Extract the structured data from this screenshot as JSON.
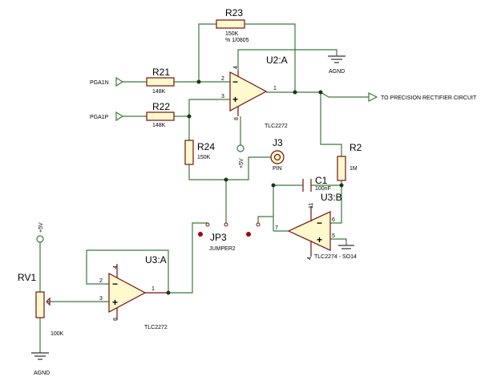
{
  "components": {
    "r23": {
      "ref": "R23",
      "value": "150K",
      "note": "% 1/0805"
    },
    "r21": {
      "ref": "R21",
      "value": "148K"
    },
    "r22": {
      "ref": "R22",
      "value": "148K"
    },
    "r24": {
      "ref": "R24",
      "value": "150K"
    },
    "r2": {
      "ref": "R2",
      "value": "1M"
    },
    "rv1": {
      "ref": "RV1",
      "value": "100K"
    },
    "c1": {
      "ref": "C1",
      "value": "100nF"
    },
    "j3": {
      "ref": "J3",
      "value": "PIN"
    },
    "jp3": {
      "ref": "JP3",
      "value": "JUMPER2"
    },
    "u2a": {
      "ref": "U2:A",
      "part": "TLC2272"
    },
    "u3a": {
      "ref": "U3:A",
      "part": "TLC2272"
    },
    "u3b": {
      "ref": "U3:B",
      "part": "TLC2274 - SO14"
    }
  },
  "nets": {
    "pga_in": "PGA1N",
    "pga_ip": "PGA1P",
    "output": "TO PRECISION RECTIFIER CIRCUIT",
    "agnd_top": "AGND",
    "agnd_bottom": "AGND",
    "vplus_u2": "+5V",
    "vplus_rv1": "+5V"
  },
  "pins": {
    "u2_in_neg": "2",
    "u2_in_pos": "3",
    "u2_out": "1",
    "u2_vpos": "4",
    "u2_vneg": "8",
    "u3a_in_neg": "2",
    "u3a_in_pos": "3",
    "u3a_out": "1",
    "u3a_vpos": "4",
    "u3a_vneg": "8",
    "u3b_in_neg": "6",
    "u3b_in_pos": "5",
    "u3b_out": "7",
    "u3b_vpos": "11",
    "u3b_vneg": "4"
  },
  "symbols": {
    "minus": "−",
    "plus": "+"
  }
}
